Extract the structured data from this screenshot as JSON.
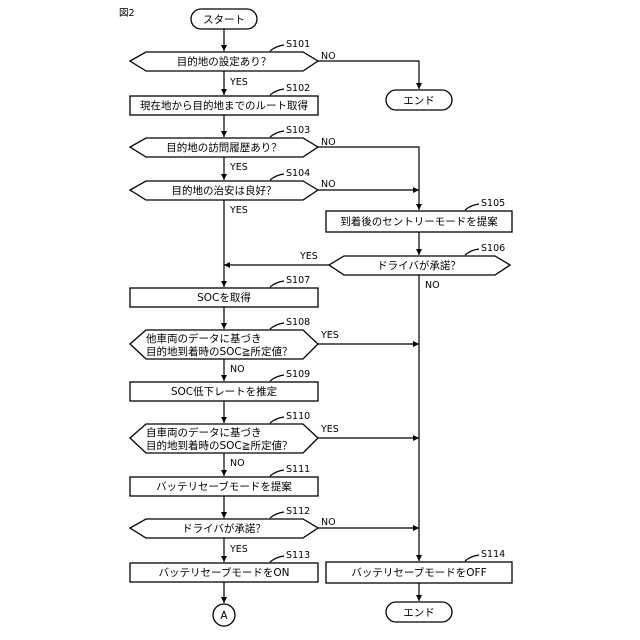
{
  "figure_label": "図2",
  "nodes": {
    "start": {
      "text": "スタート"
    },
    "end_top": {
      "text": "エンド"
    },
    "end_bottom": {
      "text": "エンド"
    },
    "connector_a": {
      "text": "A"
    },
    "s101": {
      "step": "S101",
      "text": "目的地の設定あり？"
    },
    "s102": {
      "step": "S102",
      "text": "現在地から目的地までのルート取得"
    },
    "s103": {
      "step": "S103",
      "text": "目的地の訪問履歴あり？"
    },
    "s104": {
      "step": "S104",
      "text": "目的地の治安は良好？"
    },
    "s105": {
      "step": "S105",
      "text": "到着後のセントリーモードを提案"
    },
    "s106": {
      "step": "S106",
      "text": "ドライバが承諾？"
    },
    "s107": {
      "step": "S107",
      "text": "SOCを取得"
    },
    "s108": {
      "step": "S108",
      "line1": "他車両のデータに基づき",
      "line2": "目的地到着時のSOC≧所定値？"
    },
    "s109": {
      "step": "S109",
      "text": "SOC低下レートを推定"
    },
    "s110": {
      "step": "S110",
      "line1": "自車両のデータに基づき",
      "line2": "目的地到着時のSOC≧所定値？"
    },
    "s111": {
      "step": "S111",
      "text": "バッテリセーブモードを提案"
    },
    "s112": {
      "step": "S112",
      "text": "ドライバが承諾？"
    },
    "s113": {
      "step": "S113",
      "text": "バッテリセーブモードをON"
    },
    "s114": {
      "step": "S114",
      "text": "バッテリセーブモードをOFF"
    }
  },
  "branches": {
    "s101_yes": "YES",
    "s101_no": "NO",
    "s103_yes": "YES",
    "s103_no": "NO",
    "s104_yes": "YES",
    "s104_no": "NO",
    "s106_yes": "YES",
    "s106_no": "NO",
    "s108_yes": "YES",
    "s108_no": "NO",
    "s110_yes": "YES",
    "s110_no": "NO",
    "s112_yes": "YES",
    "s112_no": "NO"
  }
}
